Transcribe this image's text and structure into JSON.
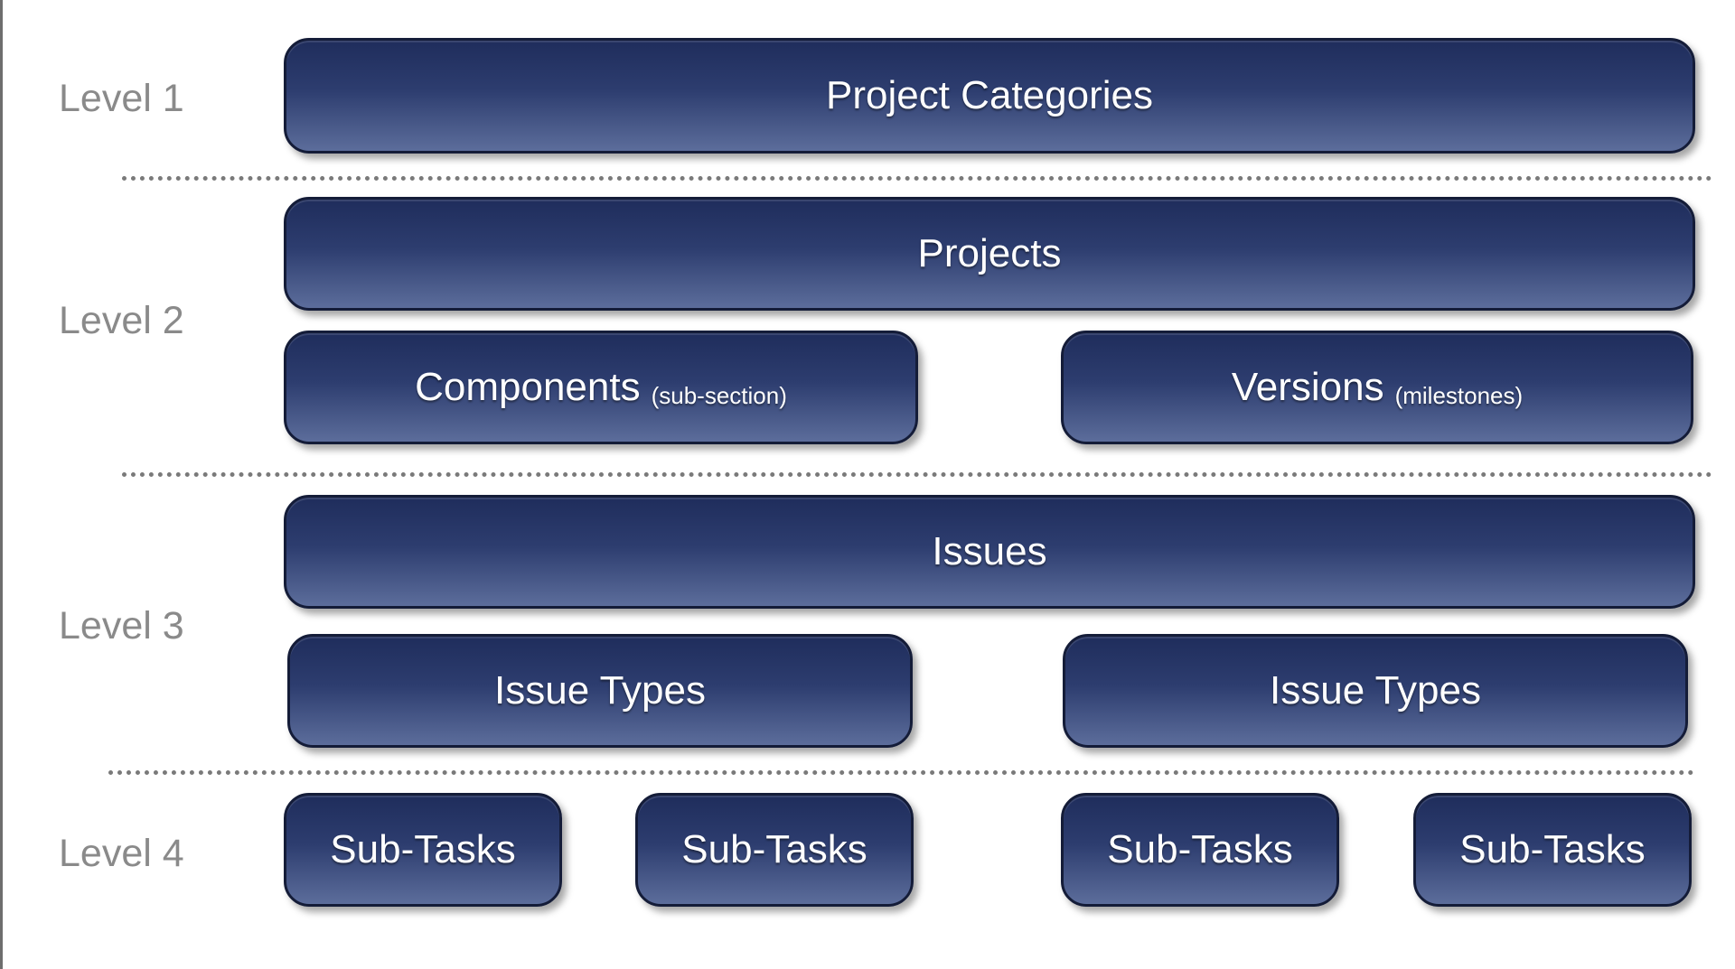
{
  "levels": [
    {
      "label": "Level 1"
    },
    {
      "label": "Level 2"
    },
    {
      "label": "Level 3"
    },
    {
      "label": "Level 4"
    }
  ],
  "boxes": {
    "project_categories": {
      "label": "Project Categories"
    },
    "projects": {
      "label": "Projects"
    },
    "components": {
      "label": "Components",
      "note": "(sub-section)"
    },
    "versions": {
      "label": "Versions",
      "note": "(milestones)"
    },
    "issues": {
      "label": "Issues"
    },
    "issue_types": [
      {
        "label": "Issue Types"
      },
      {
        "label": "Issue Types"
      }
    ],
    "sub_tasks": [
      {
        "label": "Sub-Tasks"
      },
      {
        "label": "Sub-Tasks"
      },
      {
        "label": "Sub-Tasks"
      },
      {
        "label": "Sub-Tasks"
      }
    ]
  },
  "colors": {
    "box_top": "#1f2d5c",
    "box_bottom": "#5c6d9b",
    "box_border": "#141c38",
    "label_text": "#8a8a8a",
    "divider": "#7a7a7a"
  }
}
